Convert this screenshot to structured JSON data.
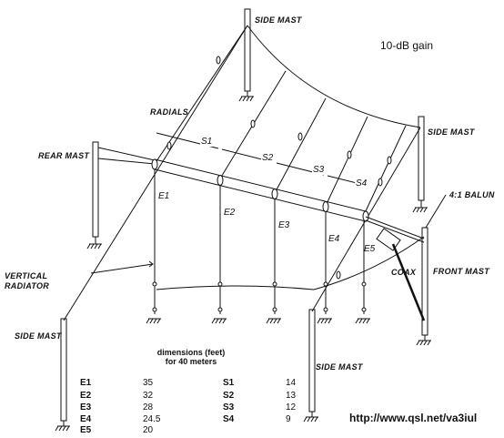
{
  "gain": "10-dB gain",
  "labels": {
    "side_mast_top": "SIDE MAST",
    "side_mast_right": "SIDE MAST",
    "side_mast_left": "SIDE MAST",
    "side_mast_bottom": "SIDE MAST",
    "rear_mast": "REAR MAST",
    "front_mast": "FRONT MAST",
    "radials": "RADIALS",
    "balun": "4:1 BALUN",
    "coax": "COAX",
    "vertical_radiator": "VERTICAL\nRADIATOR"
  },
  "elements": [
    "E1",
    "E2",
    "E3",
    "E4",
    "E5"
  ],
  "spacings": [
    "S1",
    "S2",
    "S3",
    "S4"
  ],
  "table": {
    "title_line1": "dimensions (feet)",
    "title_line2": "for 40 meters",
    "rows": [
      {
        "e": "E1",
        "ev": "35",
        "s": "S1",
        "sv": "14"
      },
      {
        "e": "E2",
        "ev": "32",
        "s": "S2",
        "sv": "13"
      },
      {
        "e": "E3",
        "ev": "28",
        "s": "S3",
        "sv": "12"
      },
      {
        "e": "E4",
        "ev": "24.5",
        "s": "S4",
        "sv": "9"
      },
      {
        "e": "E5",
        "ev": "20",
        "s": "",
        "sv": ""
      }
    ]
  },
  "url": "http://www.qsl.net/va3iul"
}
